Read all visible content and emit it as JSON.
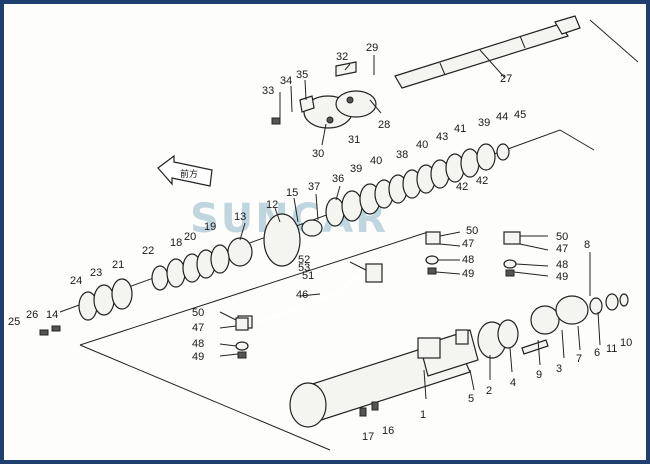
{
  "diagram": {
    "watermark": "SUNCAR",
    "direction_tag": "前方",
    "callouts": [
      {
        "id": "c1",
        "text": "1"
      },
      {
        "id": "c2",
        "text": "2"
      },
      {
        "id": "c3",
        "text": "3"
      },
      {
        "id": "c4",
        "text": "4"
      },
      {
        "id": "c5",
        "text": "5"
      },
      {
        "id": "c6",
        "text": "6"
      },
      {
        "id": "c7",
        "text": "7"
      },
      {
        "id": "c8",
        "text": "8"
      },
      {
        "id": "c9",
        "text": "9"
      },
      {
        "id": "c10",
        "text": "10"
      },
      {
        "id": "c11",
        "text": "11"
      },
      {
        "id": "c12",
        "text": "12"
      },
      {
        "id": "c13",
        "text": "13"
      },
      {
        "id": "c14",
        "text": "14"
      },
      {
        "id": "c15",
        "text": "15"
      },
      {
        "id": "c16",
        "text": "16"
      },
      {
        "id": "c17",
        "text": "17"
      },
      {
        "id": "c18",
        "text": "18"
      },
      {
        "id": "c19",
        "text": "19"
      },
      {
        "id": "c20",
        "text": "20"
      },
      {
        "id": "c21",
        "text": "21"
      },
      {
        "id": "c22",
        "text": "22"
      },
      {
        "id": "c23",
        "text": "23"
      },
      {
        "id": "c24",
        "text": "24"
      },
      {
        "id": "c25",
        "text": "25"
      },
      {
        "id": "c26",
        "text": "26"
      },
      {
        "id": "c27",
        "text": "27"
      },
      {
        "id": "c28",
        "text": "28"
      },
      {
        "id": "c29",
        "text": "29"
      },
      {
        "id": "c30",
        "text": "30"
      },
      {
        "id": "c31",
        "text": "31"
      },
      {
        "id": "c32",
        "text": "32"
      },
      {
        "id": "c33",
        "text": "33"
      },
      {
        "id": "c34",
        "text": "34"
      },
      {
        "id": "c35",
        "text": "35"
      },
      {
        "id": "c36",
        "text": "36"
      },
      {
        "id": "c37",
        "text": "37"
      },
      {
        "id": "c38",
        "text": "38"
      },
      {
        "id": "c39a",
        "text": "39"
      },
      {
        "id": "c39b",
        "text": "39"
      },
      {
        "id": "c40a",
        "text": "40"
      },
      {
        "id": "c40b",
        "text": "40"
      },
      {
        "id": "c41",
        "text": "41"
      },
      {
        "id": "c42a",
        "text": "42"
      },
      {
        "id": "c42b",
        "text": "42"
      },
      {
        "id": "c43",
        "text": "43"
      },
      {
        "id": "c44",
        "text": "44"
      },
      {
        "id": "c45",
        "text": "45"
      },
      {
        "id": "c46",
        "text": "46"
      },
      {
        "id": "c47a",
        "text": "47"
      },
      {
        "id": "c47b",
        "text": "47"
      },
      {
        "id": "c47c",
        "text": "47"
      },
      {
        "id": "c48a",
        "text": "48"
      },
      {
        "id": "c48b",
        "text": "48"
      },
      {
        "id": "c48c",
        "text": "48"
      },
      {
        "id": "c49a",
        "text": "49"
      },
      {
        "id": "c49b",
        "text": "49"
      },
      {
        "id": "c49c",
        "text": "49"
      },
      {
        "id": "c50a",
        "text": "50"
      },
      {
        "id": "c50b",
        "text": "50"
      },
      {
        "id": "c50c",
        "text": "50"
      },
      {
        "id": "c51",
        "text": "51"
      },
      {
        "id": "c52",
        "text": "52"
      },
      {
        "id": "c53",
        "text": "53"
      }
    ]
  }
}
